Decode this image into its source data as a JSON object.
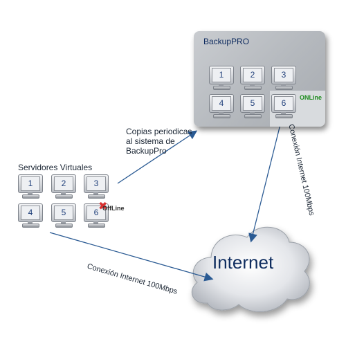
{
  "backup": {
    "title": "BackupPRO",
    "status": "ONLine",
    "monitors": [
      "1",
      "2",
      "3",
      "4",
      "5",
      "6"
    ]
  },
  "servers": {
    "title": "Servidores Virtuales",
    "status": "OffLine",
    "monitors": [
      "1",
      "2",
      "3",
      "4",
      "5",
      "6"
    ]
  },
  "labels": {
    "copy_line1": "Copias periodicas",
    "copy_line2": "al sistema de",
    "copy_line3": "BackupPro",
    "conn_servers": "Conexión Internet 100Mbps",
    "conn_backup": "Conexión Internet 100Mbps",
    "cloud": "Internet"
  },
  "colors": {
    "arrow": "#2a5a93",
    "online": "#1d8c1d",
    "offline_mark": "#d83030"
  }
}
